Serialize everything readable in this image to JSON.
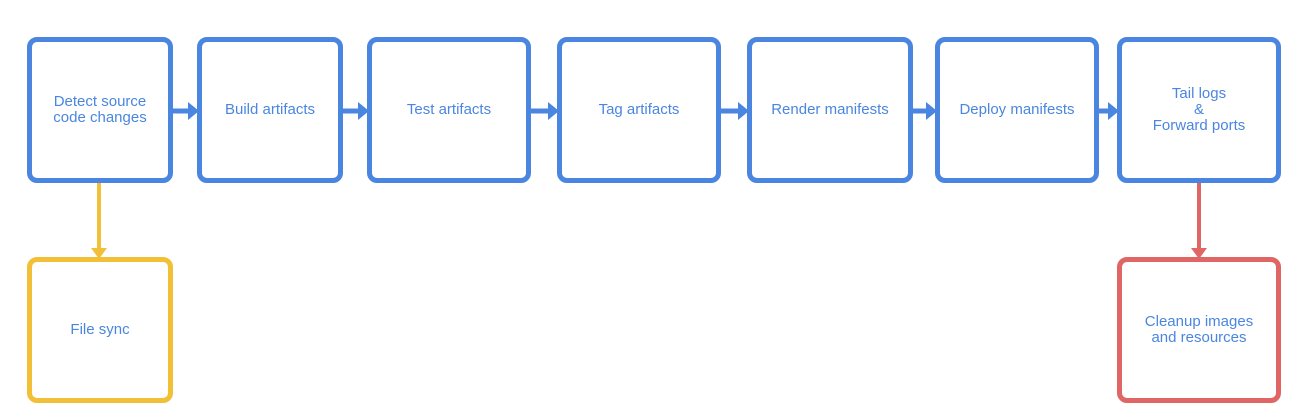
{
  "diagram": {
    "nodes": [
      {
        "id": "detect",
        "label": "Detect source\ncode changes",
        "color": "#4a86e0"
      },
      {
        "id": "build",
        "label": "Build artifacts",
        "color": "#4a86e0"
      },
      {
        "id": "test",
        "label": "Test artifacts",
        "color": "#4a86e0"
      },
      {
        "id": "tag",
        "label": "Tag artifacts",
        "color": "#4a86e0"
      },
      {
        "id": "render",
        "label": "Render manifests",
        "color": "#4a86e0"
      },
      {
        "id": "deploy",
        "label": "Deploy manifests",
        "color": "#4a86e0"
      },
      {
        "id": "tail",
        "label": "Tail logs\n&\nForward ports",
        "color": "#4a86e0"
      },
      {
        "id": "filesync",
        "label": "File sync",
        "color": "#f2c037"
      },
      {
        "id": "cleanup",
        "label": "Cleanup images\nand resources",
        "color": "#e06666"
      }
    ],
    "edges": [
      {
        "from": "detect",
        "to": "build",
        "color": "#4a86e0"
      },
      {
        "from": "build",
        "to": "test",
        "color": "#4a86e0"
      },
      {
        "from": "test",
        "to": "tag",
        "color": "#4a86e0"
      },
      {
        "from": "tag",
        "to": "render",
        "color": "#4a86e0"
      },
      {
        "from": "render",
        "to": "deploy",
        "color": "#4a86e0"
      },
      {
        "from": "deploy",
        "to": "tail",
        "color": "#4a86e0"
      },
      {
        "from": "detect",
        "to": "filesync",
        "color": "#f2c037"
      },
      {
        "from": "tail",
        "to": "cleanup",
        "color": "#e06666"
      }
    ]
  }
}
